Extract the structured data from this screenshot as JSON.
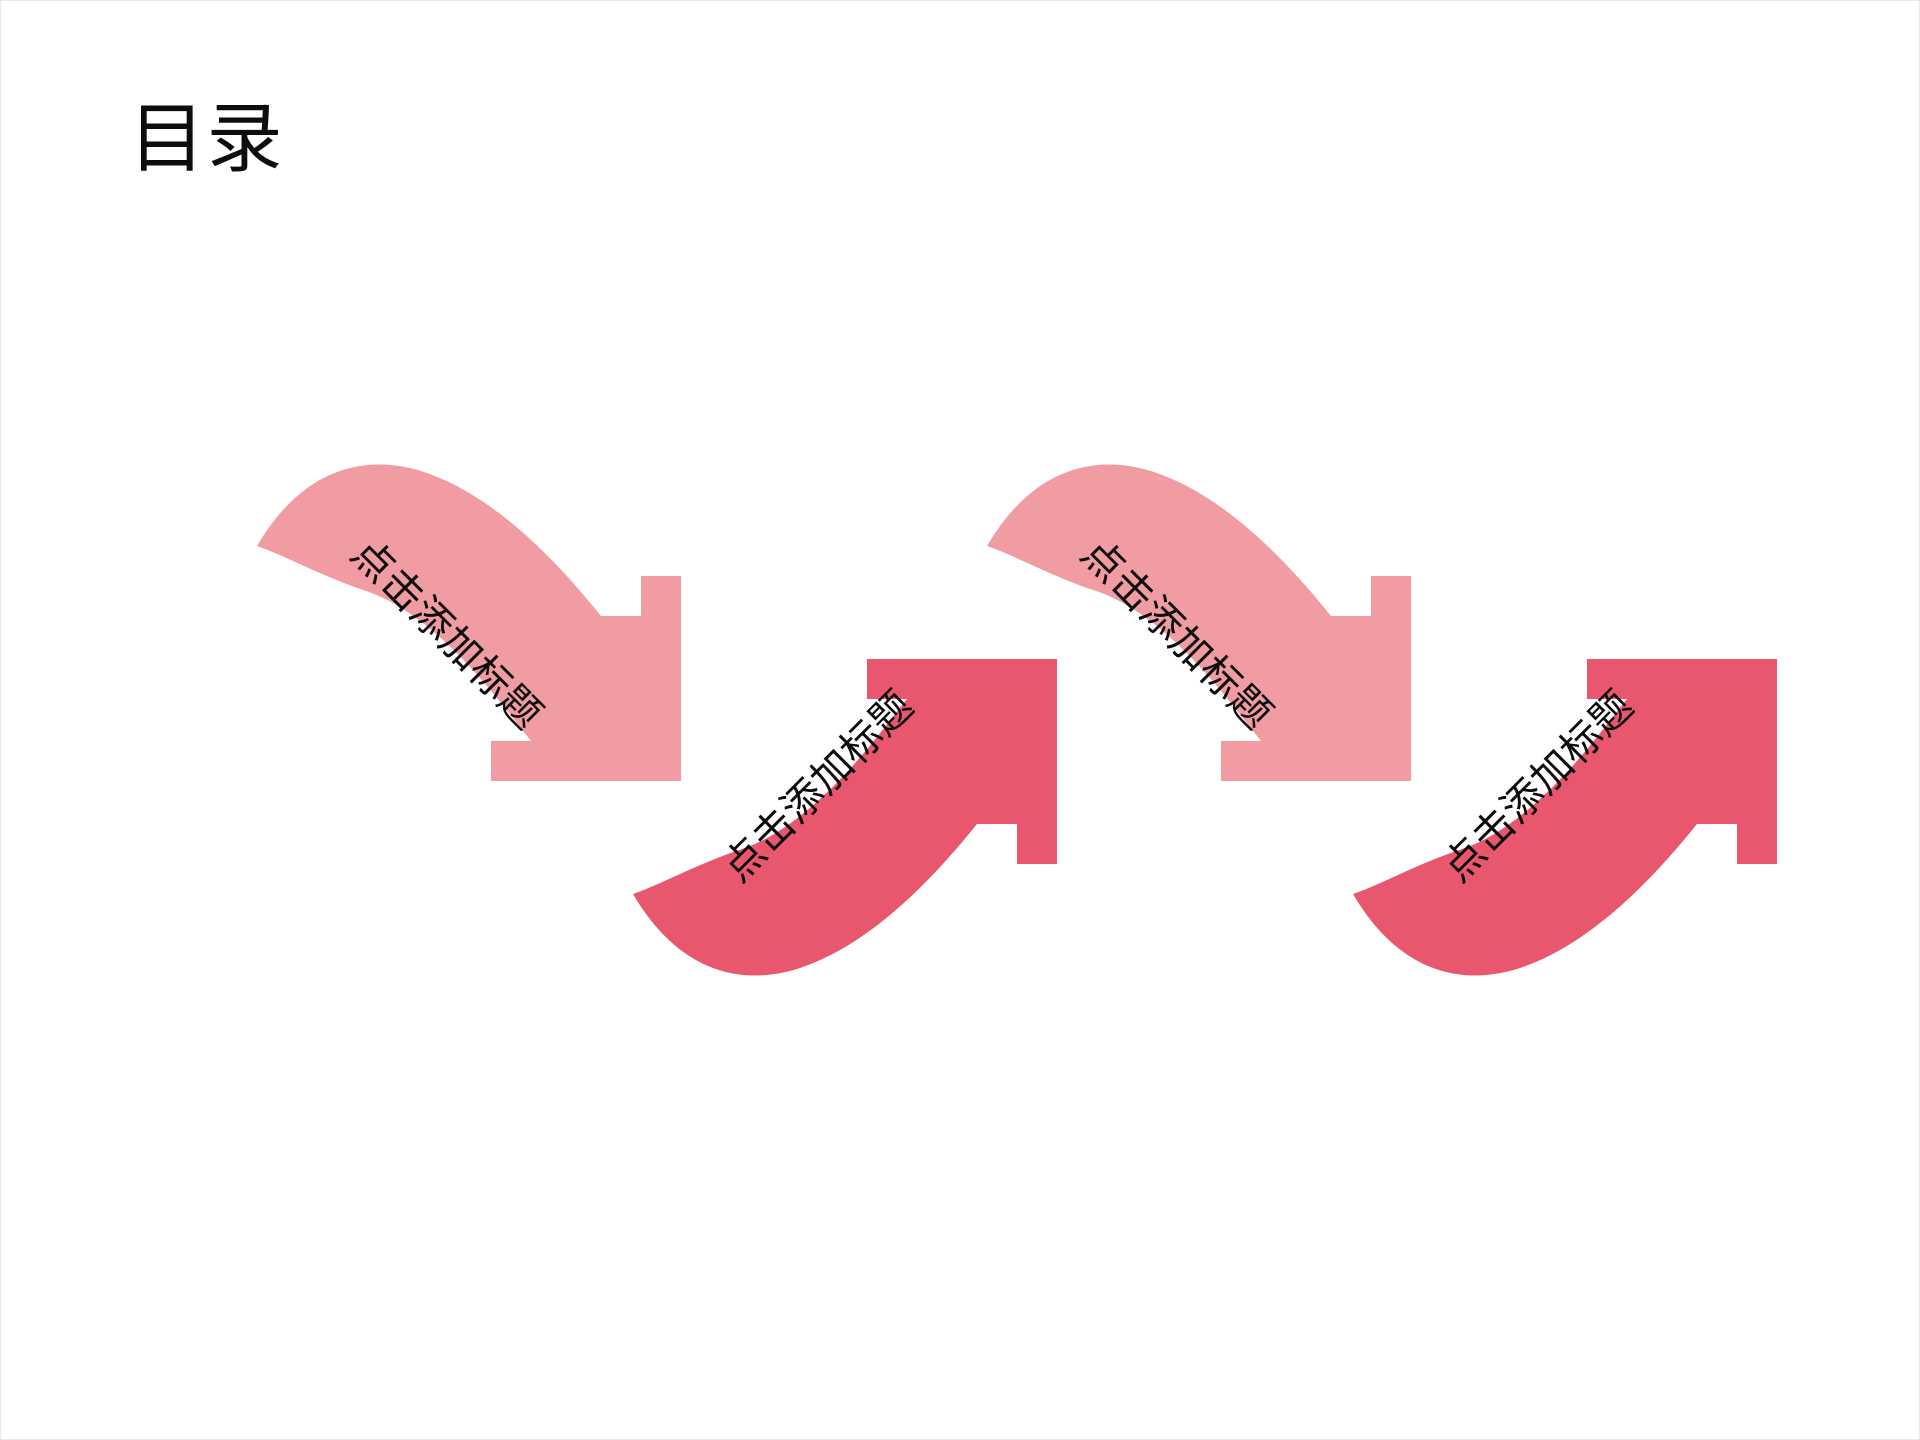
{
  "slide": {
    "title": "目录",
    "background_color": "#FFFFFF",
    "border_color": "#E8E8E8"
  },
  "palette": {
    "light_pink": "#F09CA2",
    "dark_pink": "#E8576E",
    "text_color": "#0D0D0D"
  },
  "diagram": {
    "type": "alternating-ribbon-arrows",
    "count": 4,
    "arrows": [
      {
        "id": "arrow-1",
        "label": "点击添加标题",
        "color": "#F09CA2",
        "direction": "down-right",
        "rotation_deg": 45,
        "order": 1
      },
      {
        "id": "arrow-2",
        "label": "点击添加标题",
        "color": "#E8576E",
        "direction": "up-right",
        "rotation_deg": -45,
        "order": 2
      },
      {
        "id": "arrow-3",
        "label": "点击添加标题",
        "color": "#F09CA2",
        "direction": "down-right",
        "rotation_deg": 45,
        "order": 3
      },
      {
        "id": "arrow-4",
        "label": "点击添加标题",
        "color": "#E8576E",
        "direction": "up-right",
        "rotation_deg": -45,
        "order": 4
      }
    ]
  }
}
